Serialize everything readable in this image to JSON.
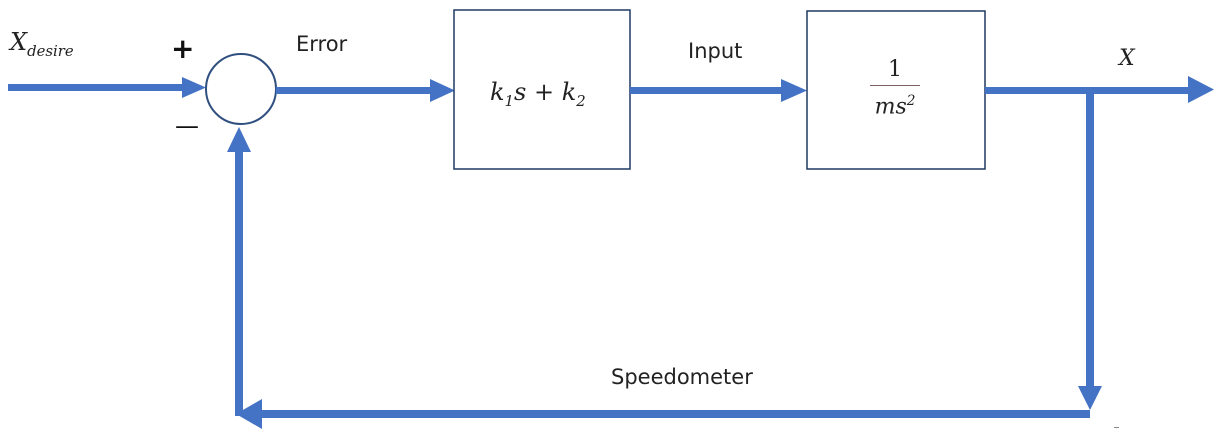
{
  "diagram": {
    "input_label": {
      "main": "X",
      "sub": "desire"
    },
    "plus_sign": "+",
    "minus_sign": "—",
    "error_label": "Error",
    "controller_block": {
      "k": "k",
      "k1_sub": "1",
      "s": "s",
      "plus": " + ",
      "k2_sub": "2"
    },
    "input_label_mid": "Input",
    "plant_block": {
      "numerator": "1",
      "denominator_m": "m",
      "denominator_s": "s",
      "denominator_exp": "2"
    },
    "output_label": "X",
    "feedback_label": "Speedometer",
    "colors": {
      "arrow": "#4472C4",
      "block_border": "#1F3864",
      "text": "#222222"
    }
  }
}
